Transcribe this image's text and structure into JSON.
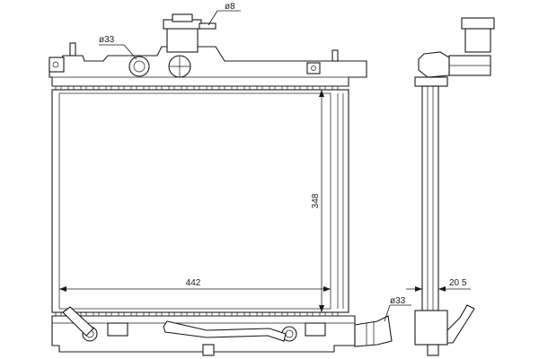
{
  "dimensions": {
    "inlet_pipe": "ø8",
    "filler_neck": "ø33",
    "outlet_pipe": "ø33",
    "core_width": "442",
    "core_height": "348",
    "core_depth": "20 5"
  }
}
